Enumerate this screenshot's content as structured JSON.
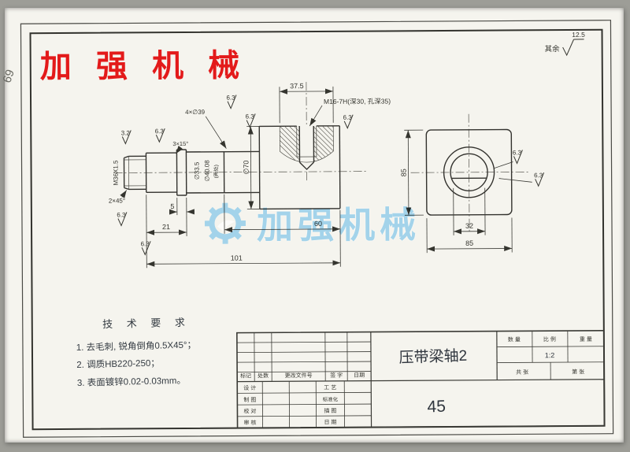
{
  "logo": {
    "text": "加 强 机 械"
  },
  "margin_note": "69",
  "corner_note": {
    "label": "其余",
    "value": "12.5"
  },
  "watermark": {
    "text": "加强机械"
  },
  "dims": {
    "d37_5": "37.5",
    "thread_callout": "M16-7H(深30, 孔深35)",
    "holes_callout": "4×∅39",
    "chamfer15": "3×15°",
    "m36": "M36X1.5",
    "d33_5": "∅33.5",
    "d40": "∅40.08",
    "two_places": "(两处)",
    "d70": "∅70",
    "chamfer45": "2×45°",
    "d5": "5",
    "d21": "21",
    "d60": "60",
    "d101": "101",
    "d85_side": "85",
    "d32": "32",
    "d85_bottom": "85",
    "r63": "6.3",
    "r32": "3.2"
  },
  "tech": {
    "title": "技 术 要 求",
    "item1": "1. 去毛刺, 锐角倒角0.5X45°；",
    "item2": "2. 调质HB220-250；",
    "item3": "3. 表面镀锌0.02-0.03mm。"
  },
  "title_block": {
    "part_name": "压带梁轴2",
    "material": "45",
    "scale_value": "1:2",
    "mark": "标记",
    "count": "处数",
    "change_doc": "更改文件号",
    "signature": "签 字",
    "date": "日期",
    "design": "设 计",
    "craft": "工 艺",
    "draft": "制 图",
    "standard": "标准化",
    "check": "校 对",
    "trace": "描 图",
    "audit": "审 核",
    "date2": "日 期",
    "qty": "数 量",
    "scale": "比 例",
    "weight": "重 量",
    "sheets_total": "共 张",
    "sheet_no": "第 张"
  }
}
